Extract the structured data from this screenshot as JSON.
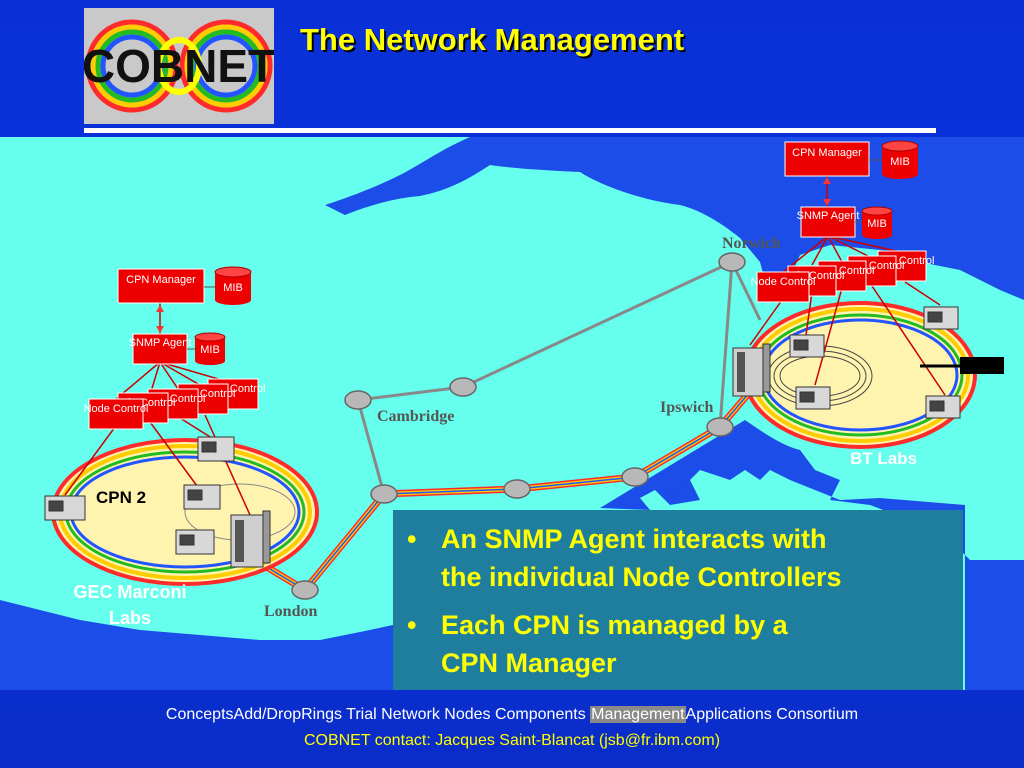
{
  "title": "The Network Management",
  "logo_text": "COBNET",
  "labels": {
    "cpn_manager": "CPN Manager",
    "mib": "MIB",
    "snmp_agent": "SNMP Agent",
    "node_control": "Node Control",
    "cpn2": "CPN 2"
  },
  "places": {
    "norwich": "Norwich",
    "cambridge": "Cambridge",
    "ipswich": "Ipswich",
    "london": "London",
    "bt_labs": "BT Labs",
    "gec_line1": "GEC Marconi",
    "gec_line2": "Labs"
  },
  "bullets": [
    {
      "line1": "An SNMP Agent interacts with",
      "line2": "the individual Node Controllers"
    },
    {
      "line1": "Each CPN is managed by a",
      "line2": "CPN Manager"
    }
  ],
  "footer_nav": [
    "Concepts",
    "Add/Drop",
    "Rings",
    "Trial Network",
    "Nodes",
    "Components",
    "Management",
    "Applications",
    "Consortium"
  ],
  "footer_active": "Management",
  "contact": "COBNET contact: Jacques Saint-Blancat (jsb@fr.ibm.com)",
  "colors": {
    "background": "#0a2fd6",
    "sea": "#66ffee",
    "land": "#1d4de8",
    "accent_red": "#ee0000",
    "highlight": "#ffff00"
  }
}
